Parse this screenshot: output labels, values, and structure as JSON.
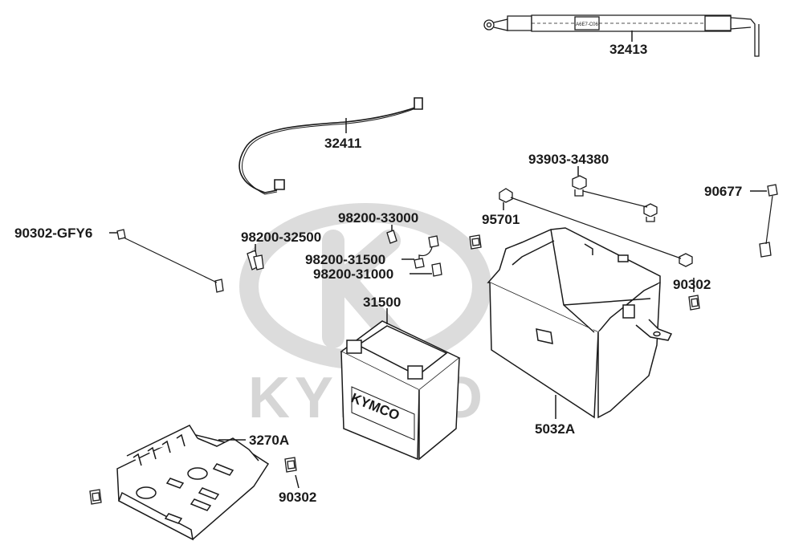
{
  "watermark": {
    "brand": "KYMCO"
  },
  "labels": {
    "p32413": "32413",
    "p32411": "32411",
    "p93903": "93903-34380",
    "p90677": "90677",
    "p95701": "95701",
    "p90302gfy6": "90302-GFY6",
    "p98200_33000": "98200-33000",
    "p98200_32500": "98200-32500",
    "p98200_31500": "98200-31500",
    "p98200_31000": "98200-31000",
    "p90302_right": "90302",
    "p31500": "31500",
    "p3270a": "3270A",
    "p5032a": "5032A",
    "p90302_bottom": "90302"
  },
  "printed_marks": {
    "battery_brand": "KYMCO",
    "cable_tag": "A6E7-C06"
  },
  "colors": {
    "line": "#1a1a1a",
    "watermark": "#d6d6d6",
    "background": "#ffffff"
  }
}
